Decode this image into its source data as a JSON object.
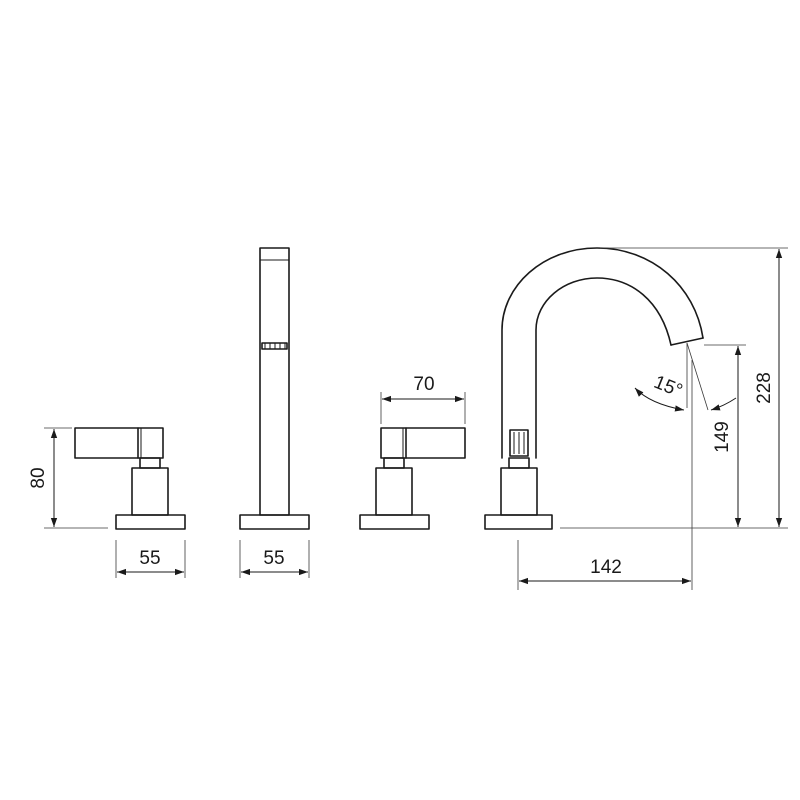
{
  "dimensions": {
    "left_handle_height": "80",
    "left_handle_base_width": "55",
    "hand_shower_base_width": "55",
    "right_handle_lever_length": "70",
    "spout_reach": "142",
    "spout_outlet_height": "149",
    "spout_total_height": "228",
    "spout_outlet_angle": "15°"
  },
  "colors": {
    "line": "#1a1a1a",
    "background": "#ffffff"
  }
}
